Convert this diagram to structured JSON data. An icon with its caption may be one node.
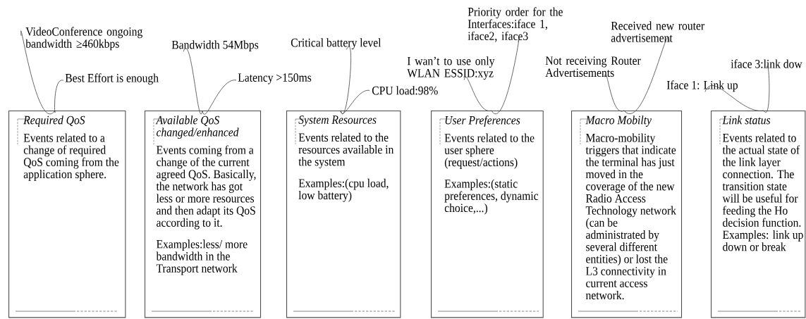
{
  "diagram": {
    "nodes": [
      {
        "text": [
          "VideoConference ongoing bandwidth ≥460kbps"
        ]
      },
      {
        "text": [
          "Best Effort is enough"
        ]
      },
      {
        "text": [
          "Bandwidth 54Mbps"
        ]
      },
      {
        "text": [
          "Latency >150ms"
        ]
      },
      {
        "text": [
          "Critical battery level"
        ]
      },
      {
        "text": [
          "CPU load:98%"
        ]
      },
      {
        "text": [
          "Priority order for the Interfaces:iface 1, iface2, iface3"
        ]
      },
      {
        "text": [
          "I wan’t to use only WLAN ESSID:xyz"
        ]
      },
      {
        "text": [
          "Received new router advertisement"
        ]
      },
      {
        "text": [
          "Not receiving Router Advertisements"
        ]
      },
      {
        "text": [
          "iface 3:link dow"
        ]
      },
      {
        "text": [
          "Iface 1: Link up"
        ]
      },
      {
        "text": [
          "Required QoS",
          "Events related to a change of required QoS coming from the application sphere."
        ]
      },
      {
        "text": [
          "Available QoS changed/enhanced",
          "Events coming from a change of the current agreed QoS. Basically, the network has got less or more resources and then adapt its QoS according to it.",
          "Examples:less/ more bandwidth in the Transport network"
        ]
      },
      {
        "text": [
          "System Resources",
          "Events related to the resources available in the system",
          "Examples:(cpu load, low battery)"
        ]
      },
      {
        "text": [
          "User Preferences",
          "Events related to the user sphere (request/actions)",
          "Examples:(static preferences, dynamic choice,...)"
        ]
      },
      {
        "text": [
          "Macro Mobilty",
          "Macro-mobility triggers that indicate the terminal has just moved in the coverage of the new Radio Access Technology network (can be administrated by several different entities) or lost the L3 connectivity in current access network."
        ]
      },
      {
        "text": [
          "Link status",
          "Events related to the actual state of the link layer connection. The transition state will be useful for feeding the Ho decision function. Examples: link up down or break"
        ]
      }
    ],
    "edges": [
      {
        "from": 0,
        "to": 12,
        "arrow": "none"
      },
      {
        "from": 1,
        "to": 12,
        "arrow": "none"
      },
      {
        "from": 2,
        "to": 13,
        "arrow": "none"
      },
      {
        "from": 3,
        "to": 13,
        "arrow": "none"
      },
      {
        "from": 4,
        "to": 14,
        "arrow": "none"
      },
      {
        "from": 5,
        "to": 14,
        "arrow": "none"
      },
      {
        "from": 6,
        "to": 15,
        "arrow": "none"
      },
      {
        "from": 7,
        "to": 15,
        "arrow": "none"
      },
      {
        "from": 8,
        "to": 16,
        "arrow": "none"
      },
      {
        "from": 9,
        "to": 16,
        "arrow": "none"
      },
      {
        "from": 10,
        "to": 17,
        "arrow": "none"
      },
      {
        "from": 11,
        "to": 17,
        "arrow": "none"
      }
    ]
  }
}
